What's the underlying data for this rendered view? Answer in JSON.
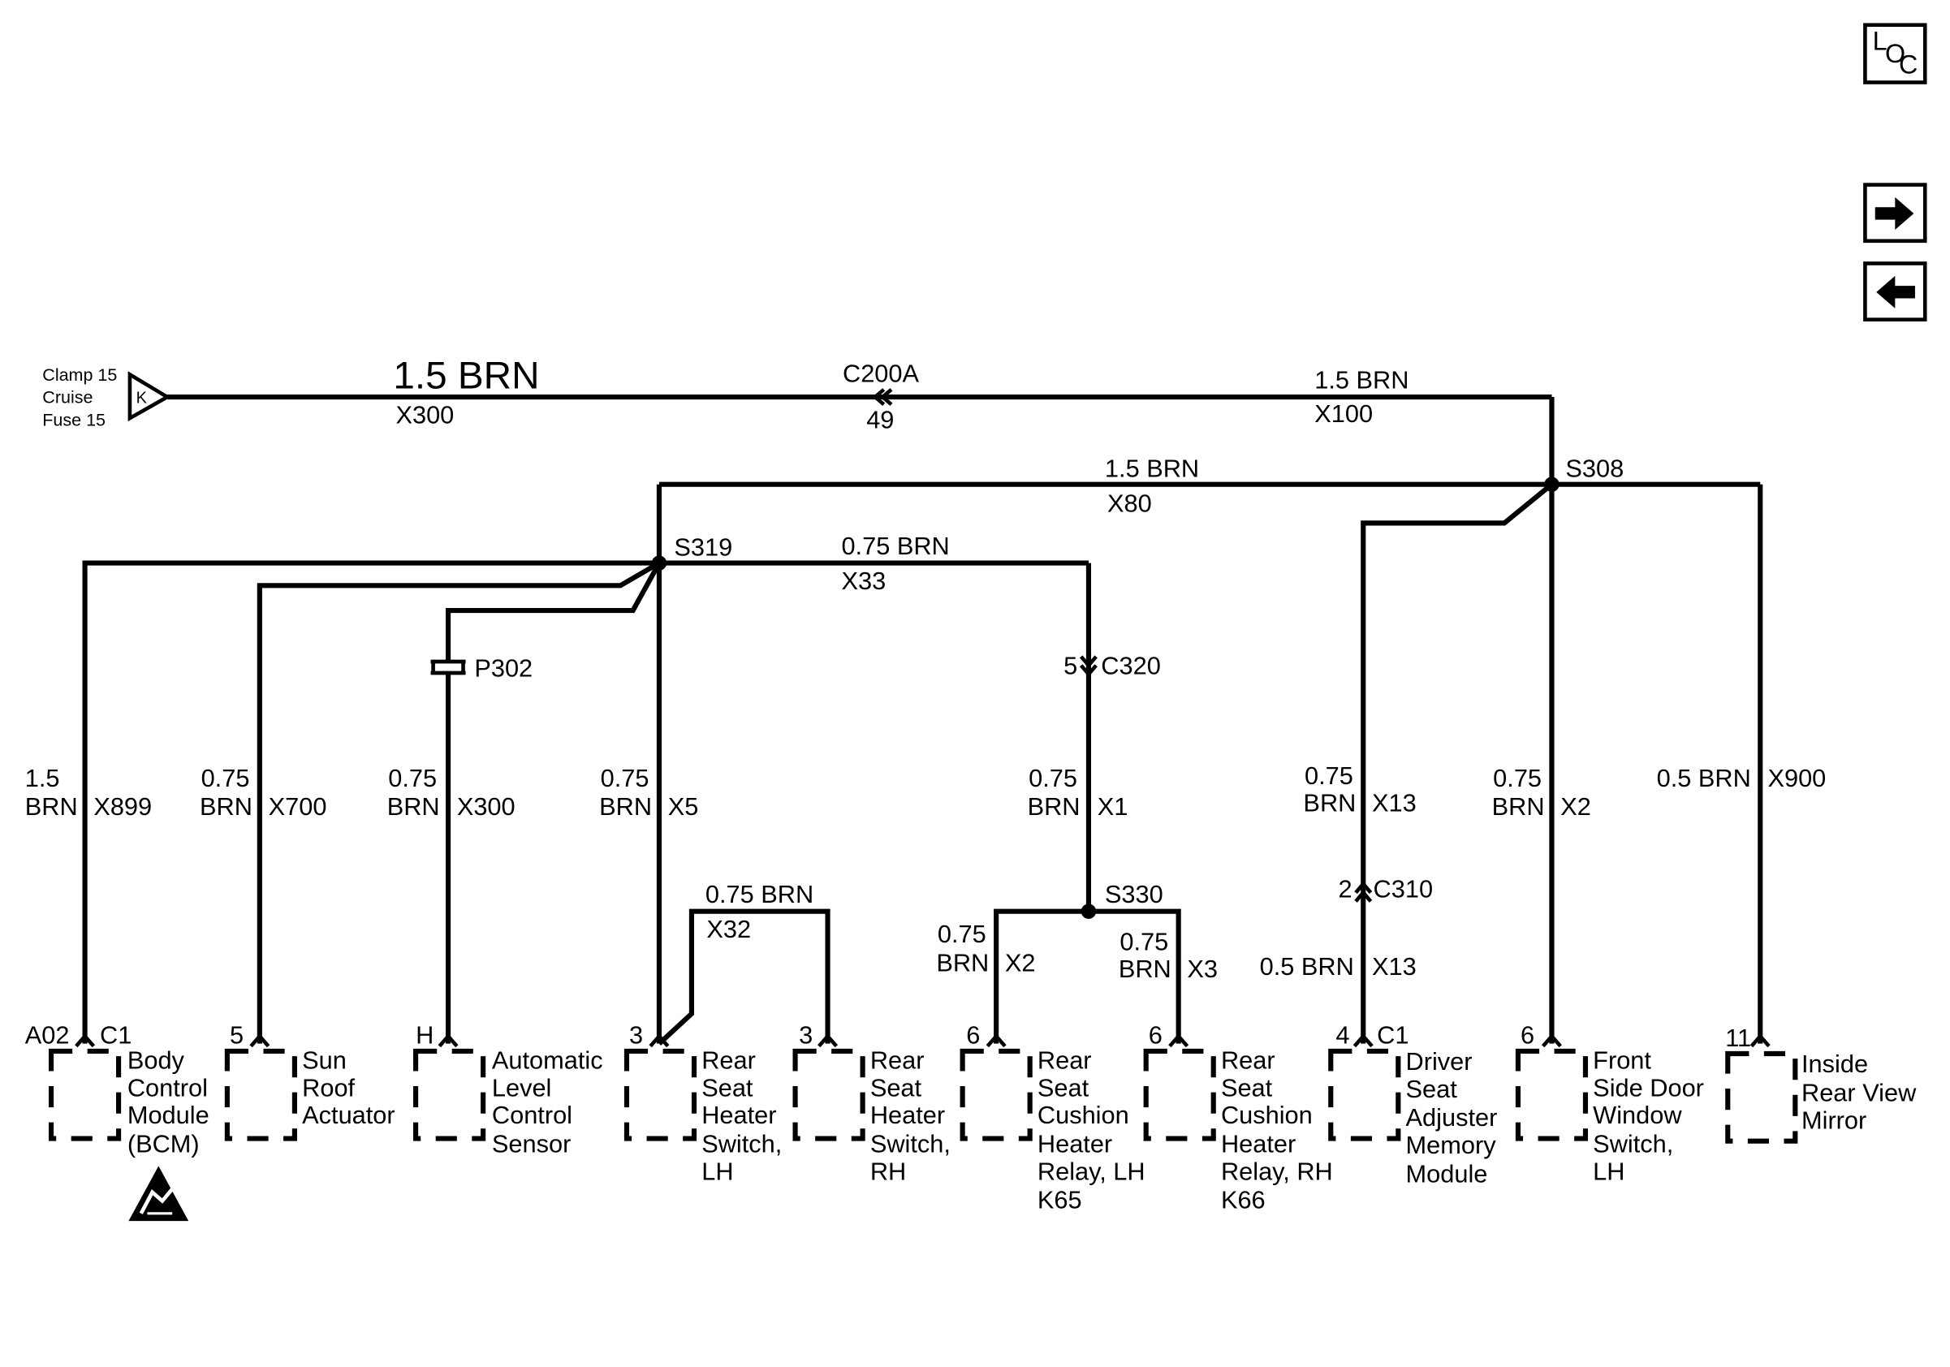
{
  "nav": {
    "loc_letters": [
      "L",
      "O",
      "C"
    ],
    "next_icon": "right-arrow-icon",
    "prev_icon": "left-arrow-icon"
  },
  "source": {
    "lines": [
      "Clamp 15",
      "Cruise",
      "Fuse 15"
    ],
    "terminal": "K"
  },
  "top_wires": {
    "left_gauge": "1.5 BRN",
    "left_circuit": "X300",
    "connector": "C200A",
    "connector_pin": "49",
    "right_gauge": "1.5 BRN",
    "right_circuit": "X100"
  },
  "splices": {
    "s308": "S308",
    "s319": "S319",
    "s330": "S330"
  },
  "bus_wires": {
    "x80_gauge": "1.5 BRN",
    "x80_circuit": "X80",
    "x33_gauge": "0.75 BRN",
    "x33_circuit": "X33",
    "x32_gauge": "0.75 BRN",
    "x32_circuit": "X32"
  },
  "inline": {
    "p302": "P302",
    "c320_pin": "5",
    "c320": "C320",
    "c310_pin": "2",
    "c310": "C310"
  },
  "branch_labels": {
    "bcm": {
      "gauge": "1.5",
      "color": "BRN",
      "circuit": "X899"
    },
    "sunroof": {
      "gauge": "0.75",
      "color": "BRN",
      "circuit": "X700"
    },
    "level": {
      "gauge": "0.75",
      "color": "BRN",
      "circuit": "X300"
    },
    "rs_lh": {
      "gauge": "0.75",
      "color": "BRN",
      "circuit": "X5"
    },
    "c320_down": {
      "gauge": "0.75",
      "color": "BRN",
      "circuit": "X1"
    },
    "k65": {
      "gauge": "0.75",
      "color": "BRN",
      "circuit": "X2"
    },
    "k66": {
      "gauge": "0.75",
      "color": "BRN",
      "circuit": "X3"
    },
    "memory_upper": {
      "gauge": "0.75",
      "color": "BRN",
      "circuit": "X13"
    },
    "memory_lower": {
      "gauge": "0.5 BRN",
      "circuit": "X13"
    },
    "window": {
      "gauge": "0.75",
      "color": "BRN",
      "circuit": "X2"
    },
    "mirror": {
      "gauge": "0.5 BRN",
      "circuit": "X900"
    }
  },
  "components": [
    {
      "pin": "A02",
      "connector": "C1",
      "lines": [
        "Body",
        "Control",
        "Module",
        "(BCM)"
      ]
    },
    {
      "pin": "5",
      "connector": "",
      "lines": [
        "Sun",
        "Roof",
        "Actuator"
      ]
    },
    {
      "pin": "H",
      "connector": "",
      "lines": [
        "Automatic",
        "Level",
        "Control",
        "Sensor"
      ]
    },
    {
      "pin": "3",
      "connector": "",
      "lines": [
        "Rear",
        "Seat",
        "Heater",
        "Switch,",
        "LH"
      ]
    },
    {
      "pin": "3",
      "connector": "",
      "lines": [
        "Rear",
        "Seat",
        "Heater",
        "Switch,",
        "RH"
      ]
    },
    {
      "pin": "6",
      "connector": "",
      "lines": [
        "Rear",
        "Seat",
        "Cushion",
        "Heater",
        "Relay, LH",
        "K65"
      ]
    },
    {
      "pin": "6",
      "connector": "",
      "lines": [
        "Rear",
        "Seat",
        "Cushion",
        "Heater",
        "Relay, RH",
        "K66"
      ]
    },
    {
      "pin": "4",
      "connector": "C1",
      "lines": [
        "Driver",
        "Seat",
        "Adjuster",
        "Memory",
        "Module"
      ]
    },
    {
      "pin": "6",
      "connector": "",
      "lines": [
        "Front",
        "Side Door",
        "Window",
        "Switch,",
        "LH"
      ]
    },
    {
      "pin": "11",
      "connector": "",
      "lines": [
        "Inside",
        "Rear View",
        "Mirror"
      ]
    }
  ],
  "icons": {
    "esd": "esd-warning-icon"
  }
}
